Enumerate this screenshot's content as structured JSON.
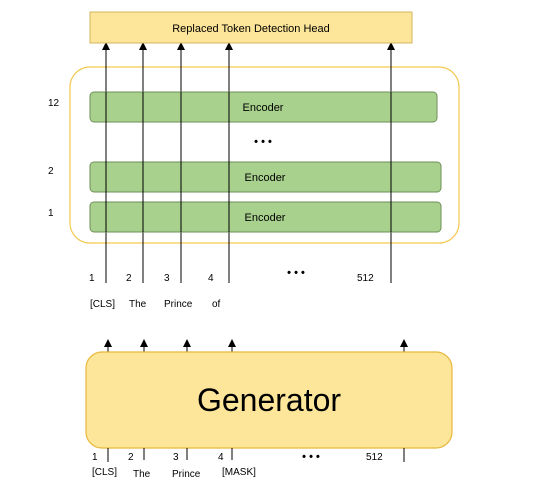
{
  "head": {
    "label": "Replaced Token Detection Head"
  },
  "encoder": {
    "label": "Encoder",
    "layer_numbers": [
      "12",
      "2",
      "1"
    ],
    "gap_ellipsis": "• • •"
  },
  "discriminator_positions": {
    "labels": [
      "1",
      "2",
      "3",
      "4",
      "512"
    ],
    "ellipsis": "• • •"
  },
  "discriminator_tokens": [
    "[CLS]",
    "The",
    "Prince",
    "of"
  ],
  "generator": {
    "label": "Generator"
  },
  "generator_positions": {
    "labels": [
      "1",
      "2",
      "3",
      "4",
      "512"
    ],
    "ellipsis": "• • •"
  },
  "generator_tokens": [
    "[CLS]",
    "The",
    "Prince",
    "[MASK]"
  ],
  "colors": {
    "head_fill": "#fde699",
    "head_stroke": "#d4b461",
    "encoder_fill": "#a9d18e",
    "encoder_stroke": "#6f8f5a",
    "container_stroke": "#f3c94e",
    "generator_fill": "#fde699",
    "generator_stroke": "#e7b73c",
    "line": "#000000"
  }
}
